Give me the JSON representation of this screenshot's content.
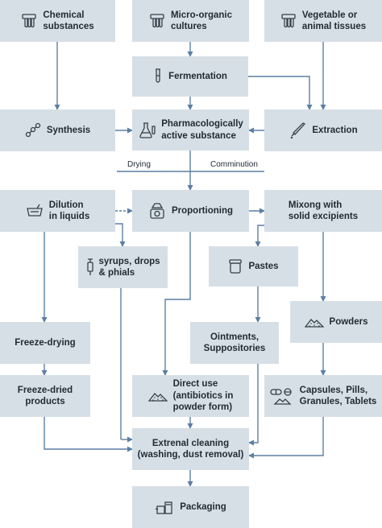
{
  "colors": {
    "box": "#d7dfe6",
    "arrow": "#5b7fa3",
    "text": "#1f2a33",
    "icon": "#33404a"
  },
  "nodes": {
    "chemical": "Chemical\nsubstances",
    "micro": "Micro-organic\ncultures",
    "vegetable": "Vegetable or\nanimal tissues",
    "fermentation": "Fermentation",
    "synthesis": "Synthesis",
    "pas": "Pharmacologically\nactive substance",
    "extraction": "Extraction",
    "dilution": "Dilution\nin liquids",
    "proportioning": "Proportioning",
    "mixong": "Mixong with\nsolid excipients",
    "syrups": "syrups, drops\n& phials",
    "pastes": "Pastes",
    "powders": "Powders",
    "freeze_drying": "Freeze-drying",
    "ointments": "Ointments,\nSuppositories",
    "freeze_dried": "Freeze-dried\nproducts",
    "direct_use": "Direct use\n(antibiotics in\npowder form)",
    "capsules": "Capsules, Pills,\nGranules, Tablets",
    "cleaning": "Extrenal cleaning\n(washing, dust removal)",
    "packaging": "Packaging"
  },
  "edge_labels": {
    "drying": "Drying",
    "comminution": "Comminution"
  }
}
